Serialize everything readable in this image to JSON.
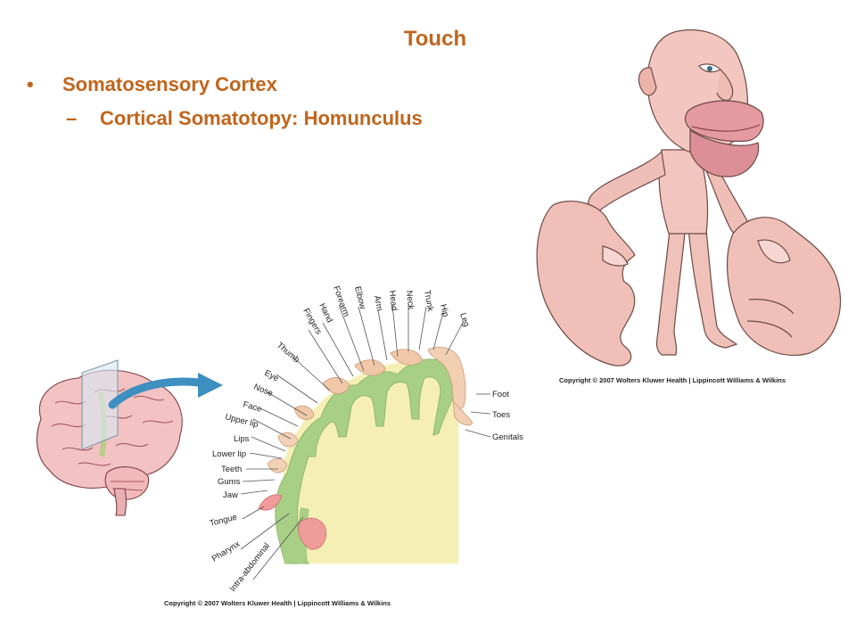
{
  "slide": {
    "title": "Touch",
    "bullet_mark": "•",
    "sub_mark": "–",
    "bullet": "Somatosensory Cortex",
    "sub_bullet": "Cortical Somatotopy: Homunculus"
  },
  "copyrights": {
    "homunculus": "Copyright © 2007 Wolters Kluwer Health | Lippincott Williams & Wilkins",
    "cortex": "Copyright © 2007 Wolters Kluwer Health | Lippincott Williams & Wilkins"
  },
  "cortex_labels": {
    "top": [
      "Leg",
      "Hip",
      "Trunk",
      "Neck",
      "Head",
      "Arm",
      "Elbow",
      "Forearm",
      "Hand",
      "Fingers"
    ],
    "left": [
      "Thumb",
      "Eye",
      "Nose",
      "Face",
      "Upper lip",
      "Lips",
      "Lower lip",
      "Teeth",
      "Gums",
      "Jaw",
      "Tongue",
      "Pharynx",
      "Intra-abdominal"
    ],
    "right": [
      "Foot",
      "Toes",
      "Genitals"
    ]
  },
  "colors": {
    "title": "#c0651c",
    "cortex_green": "#a8cf86",
    "white_matter": "#f6efb5",
    "skin": "#f1bcb4",
    "arrow": "#3d8fc0"
  }
}
